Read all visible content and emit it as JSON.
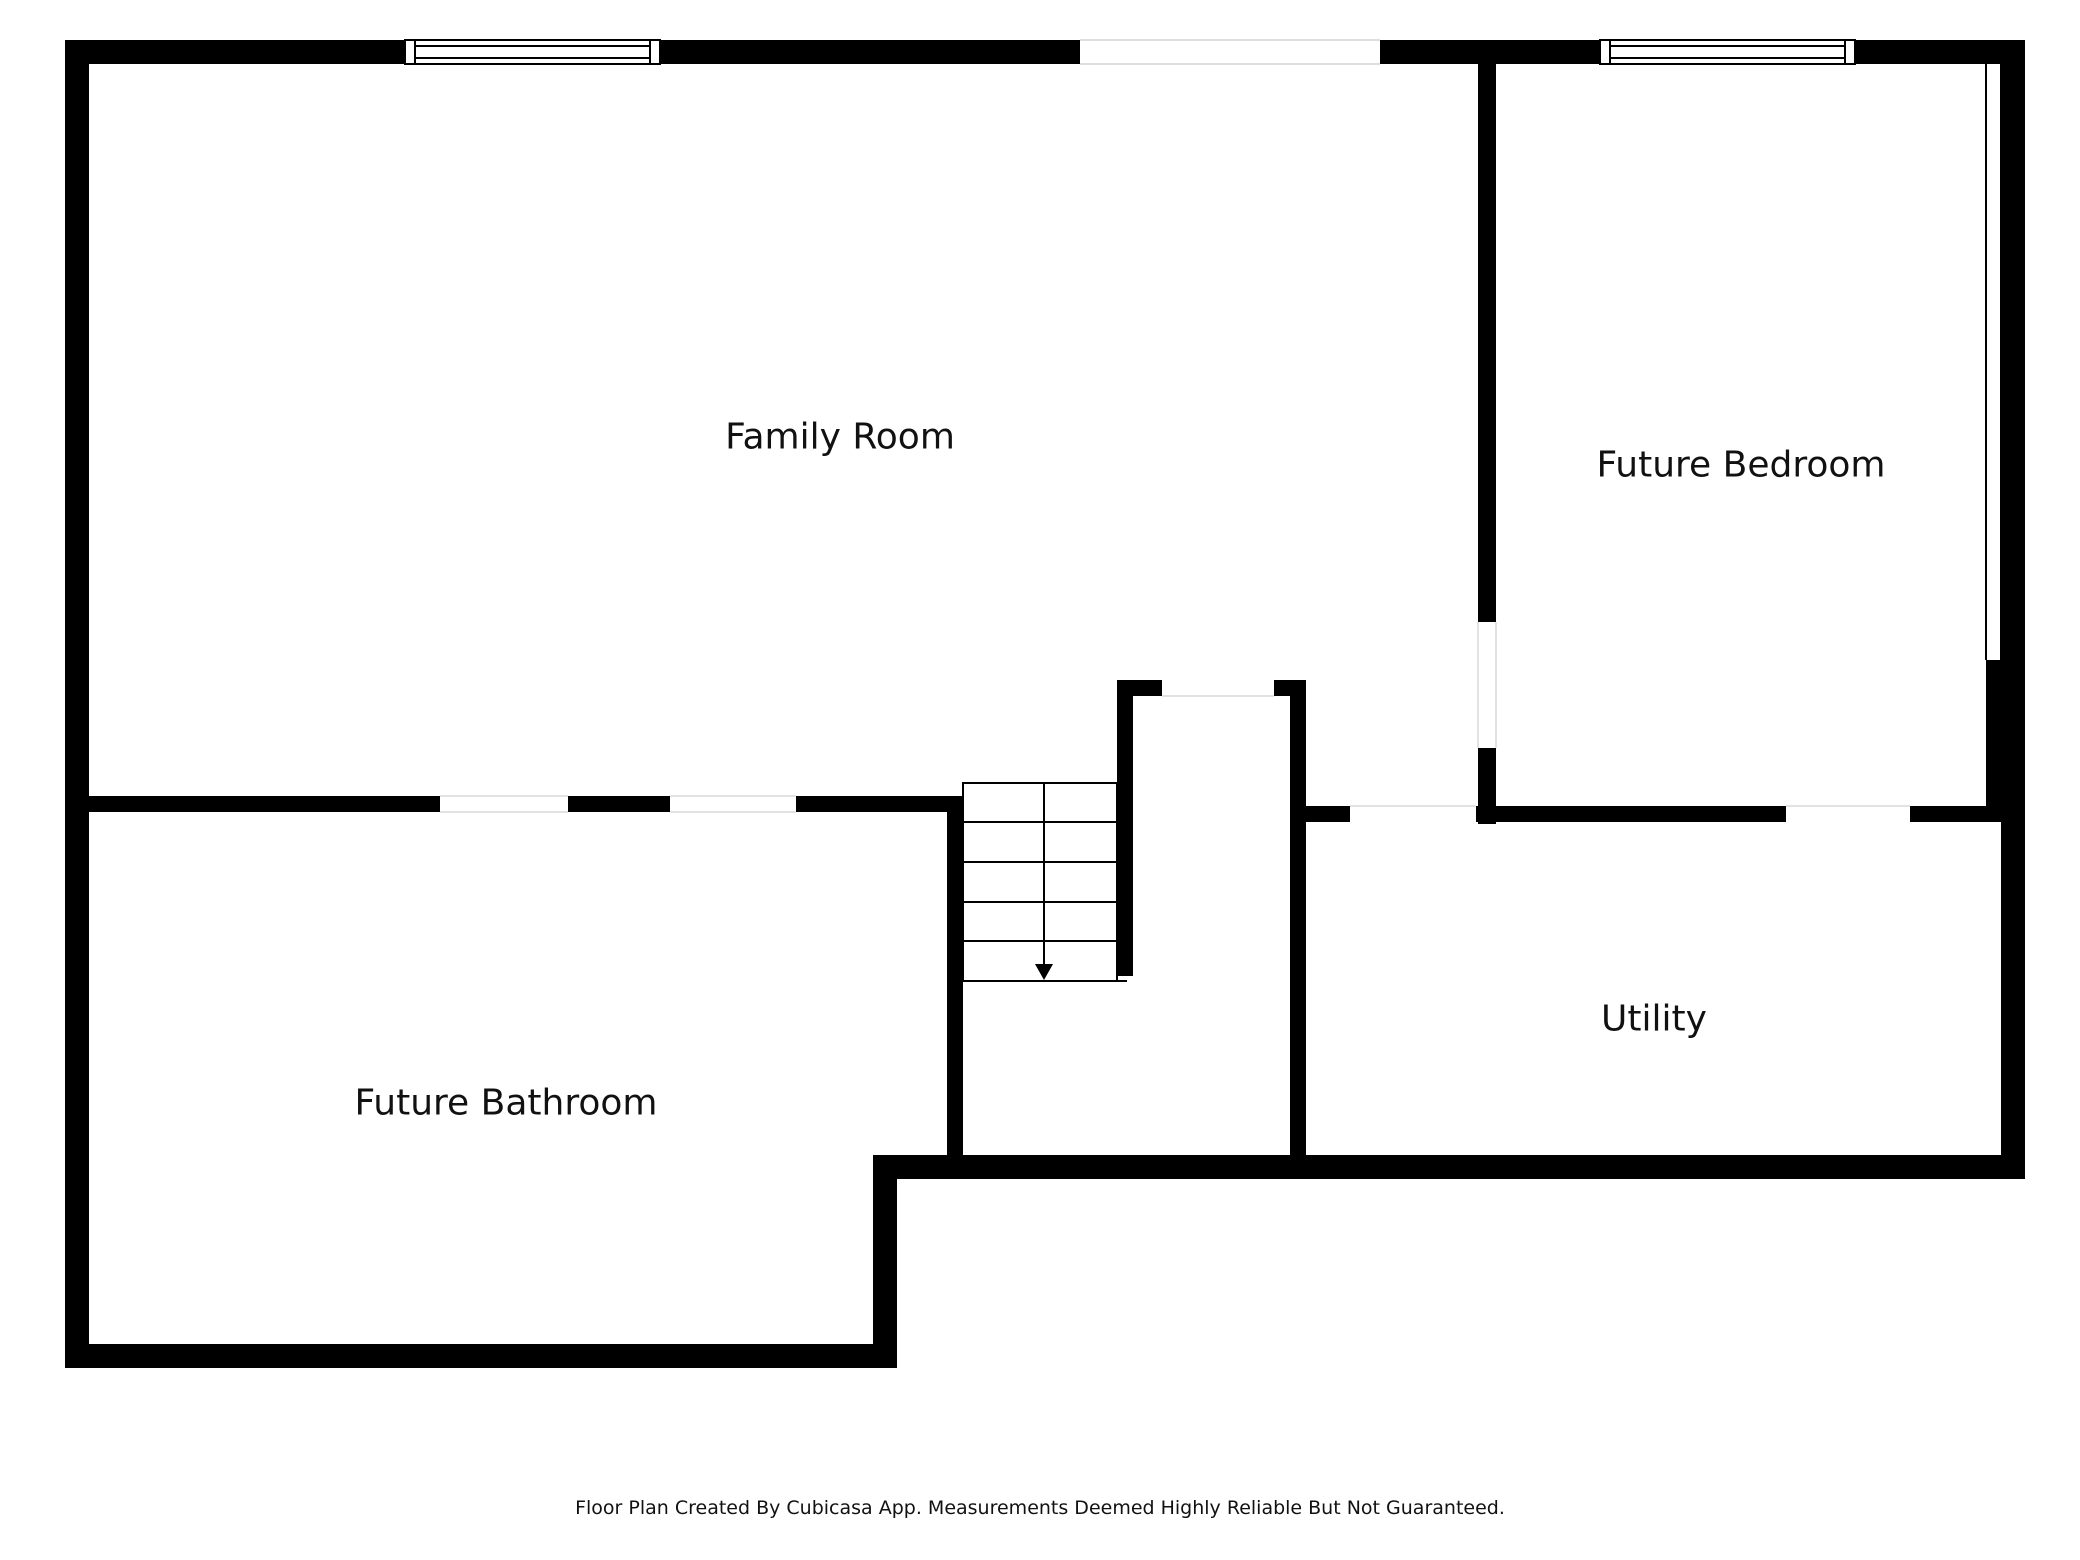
{
  "rooms": {
    "family_room": "Family Room",
    "future_bedroom": "Future Bedroom",
    "future_bathroom": "Future Bathroom",
    "utility": "Utility"
  },
  "footer": "Floor Plan Created By Cubicasa App. Measurements Deemed Highly Reliable But Not Guaranteed.",
  "colors": {
    "wall": "#000000",
    "background": "#ffffff"
  }
}
